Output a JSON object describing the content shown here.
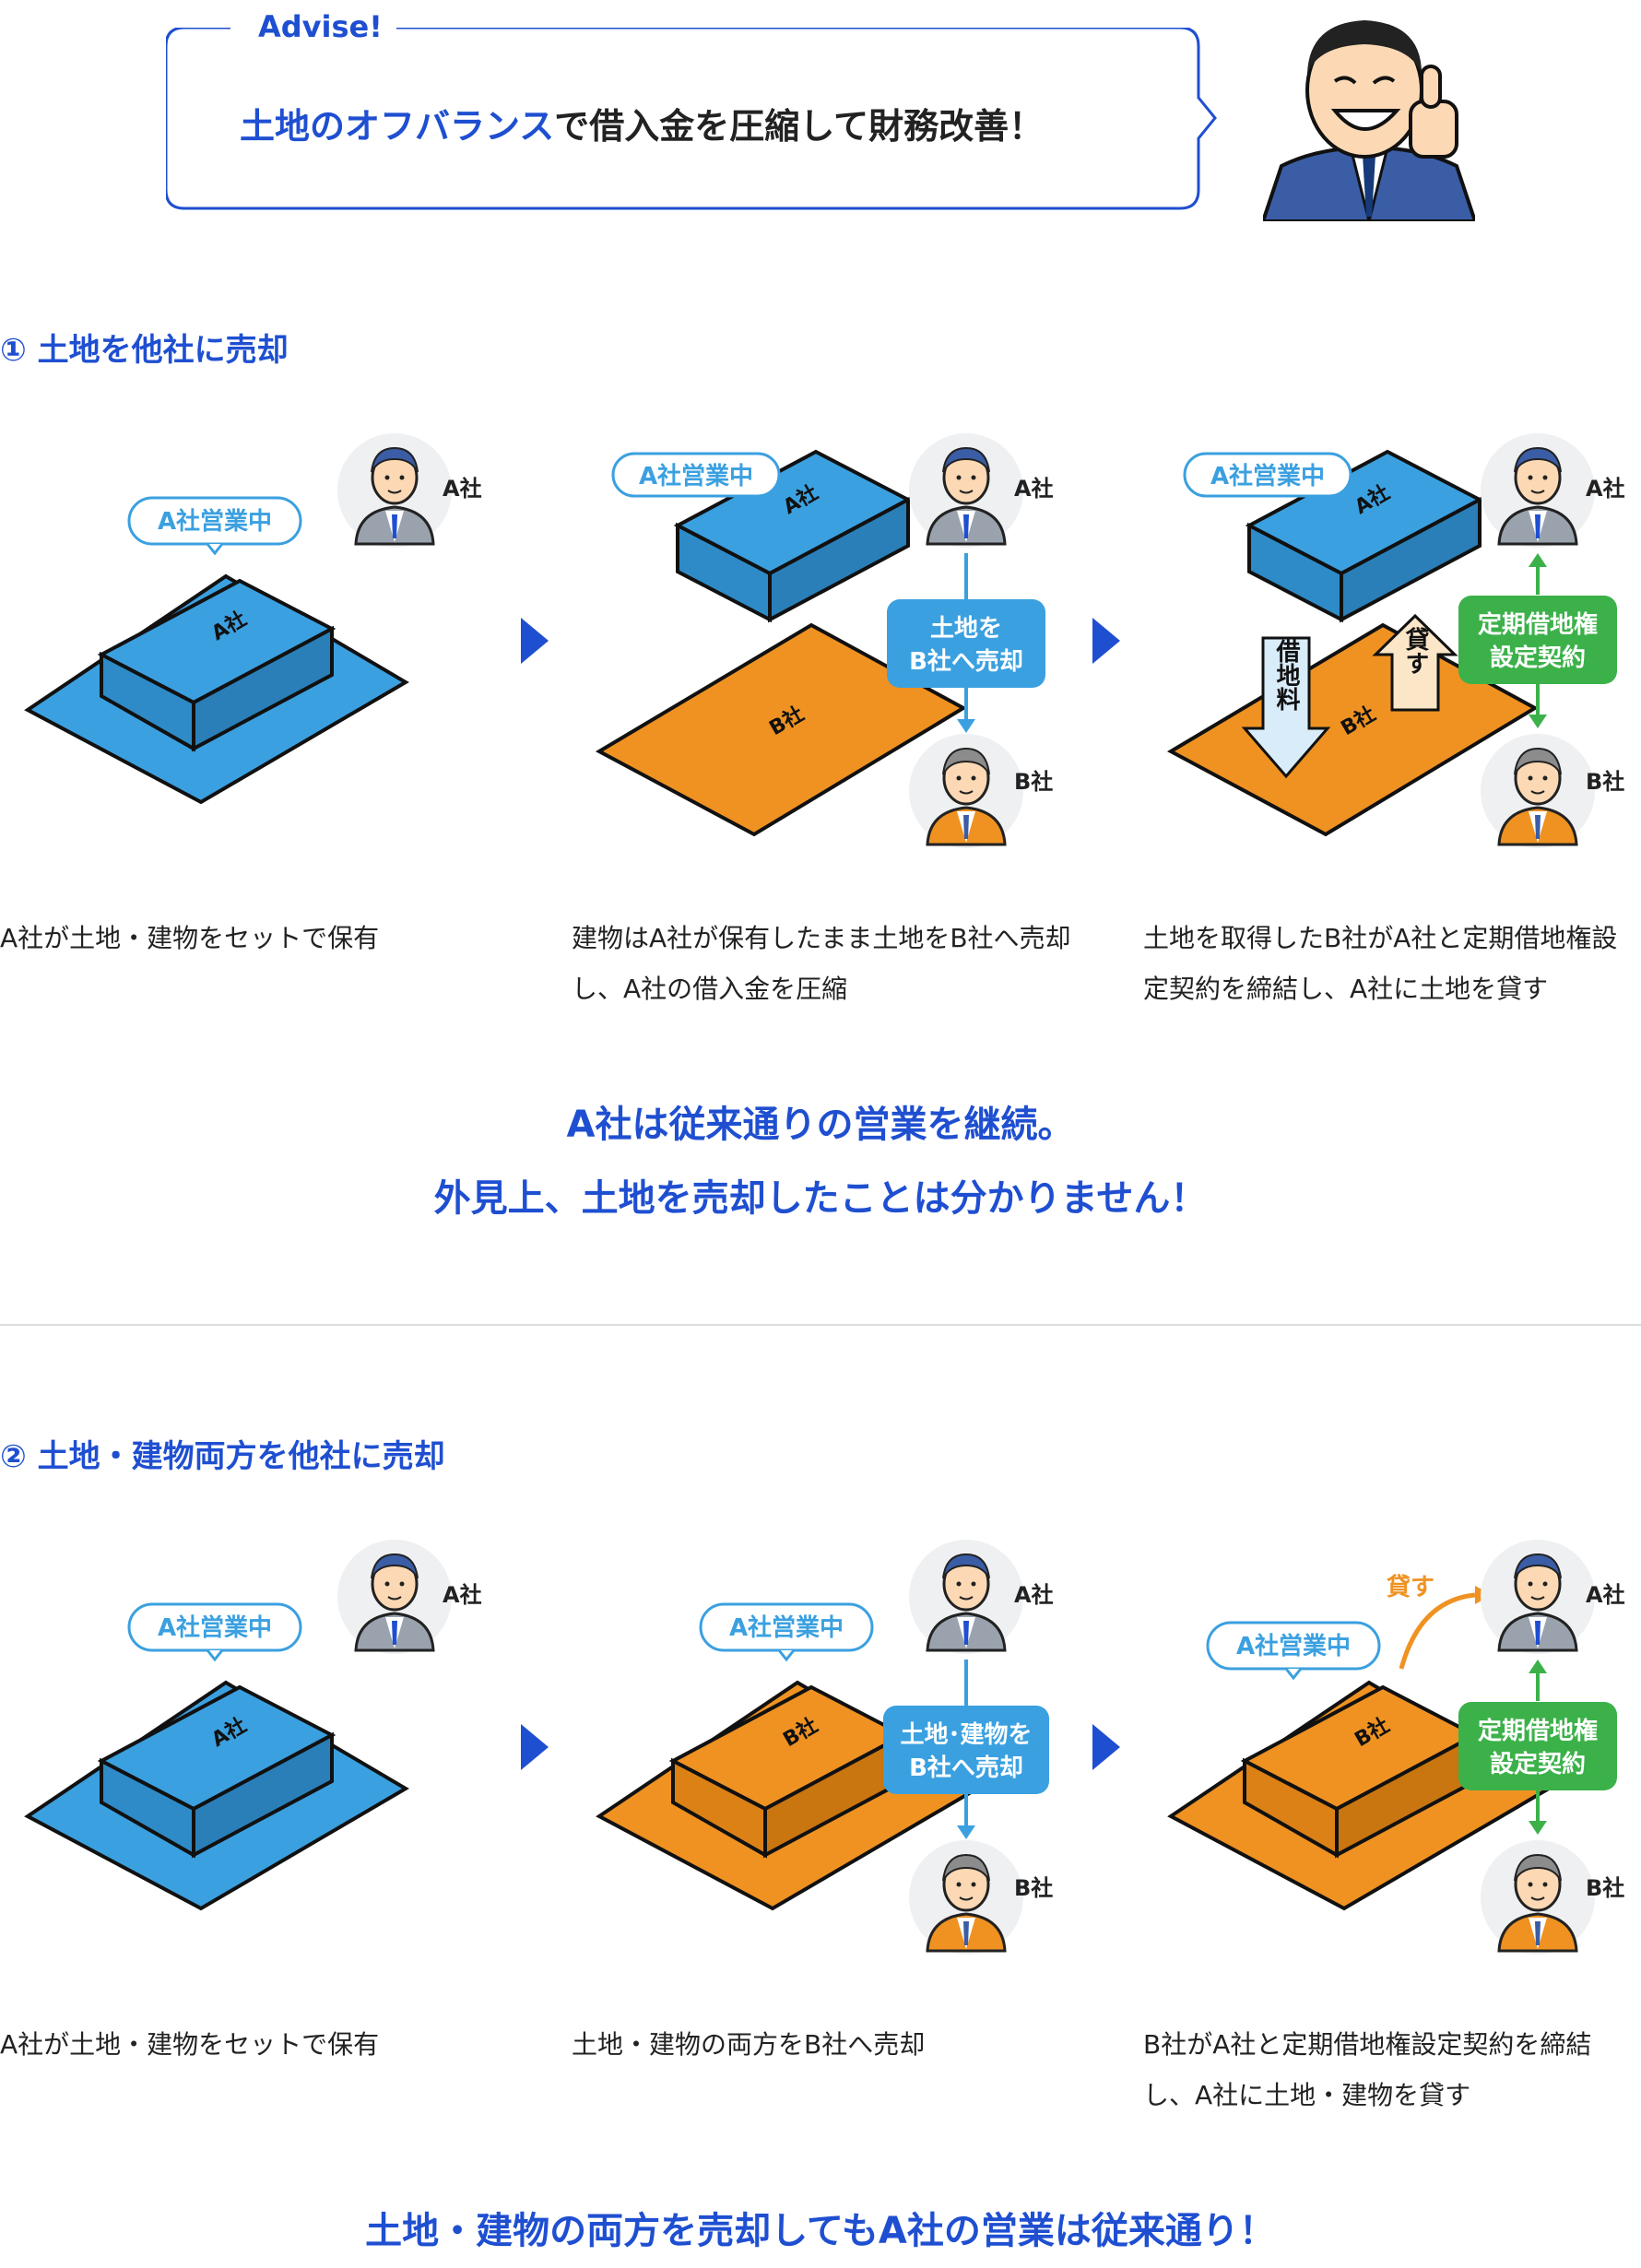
{
  "advice": {
    "tag": "Advise!",
    "message_highlight": "土地のオフバランス",
    "message_rest": "で借入金を圧縮して財務改善！"
  },
  "section1": {
    "title": "① 土地を他社に売却",
    "step1": {
      "badge": "A社営業中",
      "building_label": "A社",
      "person": "A社",
      "desc": "A社が土地・建物をセットで保有"
    },
    "step2": {
      "badge": "A社営業中",
      "building_label": "A社",
      "land_label": "B社",
      "action_line1": "土地を",
      "action_line2": "B社へ売却",
      "person_top": "A社",
      "person_bottom": "B社",
      "desc": "建物はA社が保有したまま土地をB社へ売却し、A社の借入金を圧縮"
    },
    "step3": {
      "badge": "A社営業中",
      "building_label": "A社",
      "land_label": "B社",
      "rent": "借地料",
      "lend": "貸す",
      "contract_line1": "定期借地権",
      "contract_line2": "設定契約",
      "person_top": "A社",
      "person_bottom": "B社",
      "desc": "土地を取得したB社がA社と定期借地権設定契約を締結し、A社に土地を貸す"
    },
    "summary_line1": "A社は従来通りの営業を継続。",
    "summary_line2": "外見上、土地を売却したことは分かりません！"
  },
  "section2": {
    "title": "② 土地・建物両方を他社に売却",
    "step1": {
      "badge": "A社営業中",
      "building_label": "A社",
      "person": "A社",
      "desc": "A社が土地・建物をセットで保有"
    },
    "step2": {
      "badge": "A社営業中",
      "building_label": "B社",
      "action_line1": "土地･建物を",
      "action_line2": "B社へ売却",
      "person_top": "A社",
      "person_bottom": "B社",
      "desc": "土地・建物の両方をB社へ売却"
    },
    "step3": {
      "badge": "A社営業中",
      "building_label": "B社",
      "lend": "貸す",
      "contract_line1": "定期借地権",
      "contract_line2": "設定契約",
      "person_top": "A社",
      "person_bottom": "B社",
      "desc": "B社がA社と定期借地権設定契約を締結し、A社に土地・建物を貸す"
    },
    "summary": "土地・建物の両方を売却してもA社の営業は従来通り！"
  },
  "colors": {
    "blue_brand": "#1f4fd1",
    "box_blue": "#3ba0e0",
    "land_orange": "#ef9222",
    "contract_green": "#3cb14a"
  },
  "icons": [
    "speech-bubble-icon",
    "thumbs-up-man-icon",
    "businessman-a-icon",
    "businessman-b-icon",
    "next-triangle-icon"
  ]
}
